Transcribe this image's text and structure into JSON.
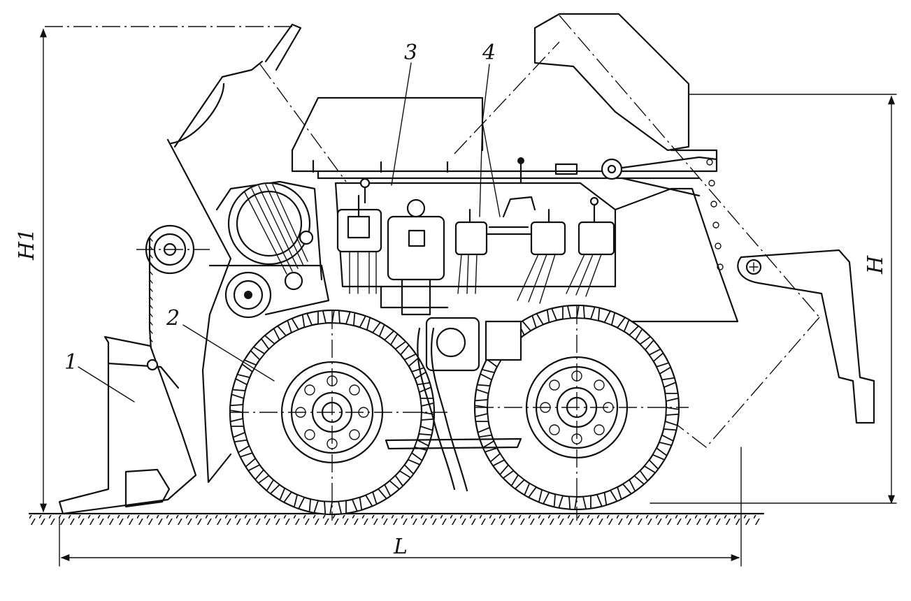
{
  "labels": {
    "part_1": "1",
    "part_2": "2",
    "part_3": "3",
    "part_4": "4"
  },
  "dimensions": {
    "overall_height": "H1",
    "body_height": "H",
    "length": "L"
  },
  "colors": {
    "ink": "#111111",
    "paper": "#ffffff"
  }
}
